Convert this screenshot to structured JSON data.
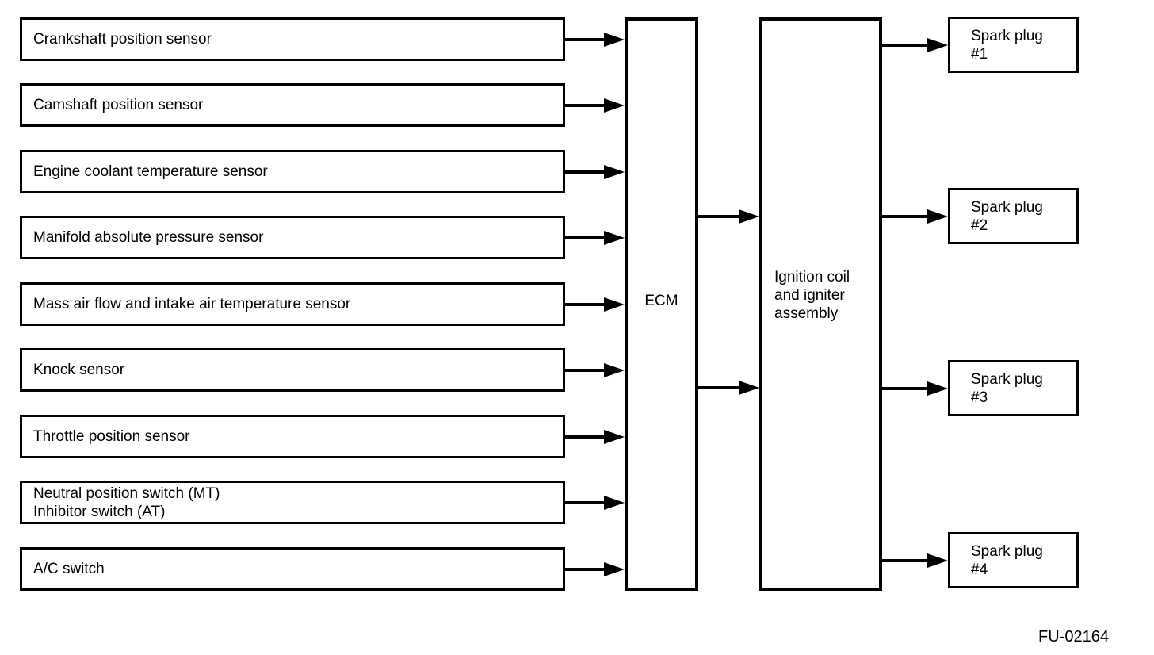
{
  "diagram": {
    "title": "engine-management-ignition-block-diagram",
    "inputs": [
      {
        "label": "Crankshaft position sensor"
      },
      {
        "label": "Camshaft position sensor"
      },
      {
        "label": "Engine coolant temperature sensor"
      },
      {
        "label": "Manifold absolute pressure sensor"
      },
      {
        "label": "Mass air flow and intake air temperature sensor"
      },
      {
        "label": "Knock sensor"
      },
      {
        "label": "Throttle position sensor"
      },
      {
        "label": "Neutral position switch (MT)\nInhibitor switch (AT)"
      },
      {
        "label": "A/C switch"
      }
    ],
    "processor": {
      "label": "ECM"
    },
    "coil": {
      "label": "Ignition coil\nand igniter\nassembly"
    },
    "outputs": [
      {
        "label": "Spark plug\n#1"
      },
      {
        "label": "Spark plug\n#2"
      },
      {
        "label": "Spark plug\n#3"
      },
      {
        "label": "Spark plug\n#4"
      }
    ],
    "caption": "FU-02164",
    "colors": {
      "line": "#000000",
      "background": "#ffffff",
      "text": "#000000"
    }
  }
}
